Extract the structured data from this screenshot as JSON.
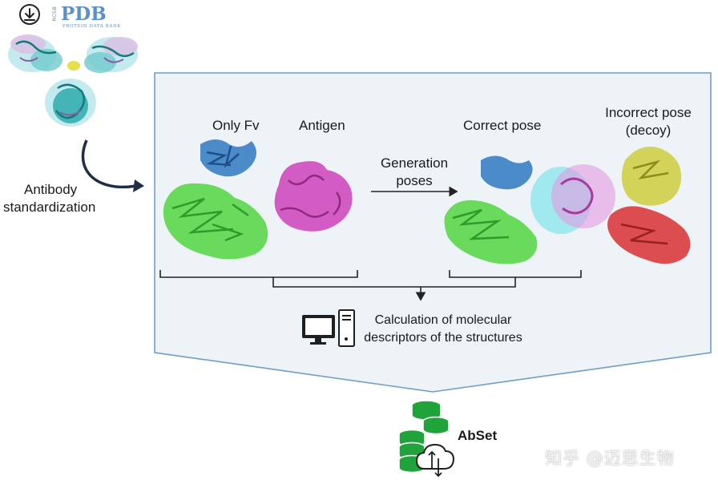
{
  "pdb_logo": {
    "word": "PDB",
    "side_text": "RCSB",
    "subtitle": "PROTEIN DATA BANK"
  },
  "labels": {
    "antibody_standardization": [
      "Antibody",
      "standardization"
    ],
    "only_fv": "Only Fv",
    "antigen": "Antigen",
    "generation_poses": [
      "Generation",
      "poses"
    ],
    "correct_pose": "Correct pose",
    "incorrect_pose": [
      "Incorrect pose",
      "(decoy)"
    ],
    "calculation": [
      "Calculation of molecular",
      "descriptors of the structures"
    ],
    "abset": "AbSet"
  },
  "watermark": "知乎 @迈思生物",
  "colors": {
    "panel_fill": "#eef3f8",
    "panel_stroke": "#6f9ec8",
    "fv_heavy": "#3a7fc4",
    "fv_light": "#5ed84e",
    "antigen": "#d04fbf",
    "decoy_yellow": "#cfd04a",
    "decoy_red": "#d83b3b",
    "surface_cyan": "#5fe0e8",
    "database_green": "#21a33c",
    "teal": "#1aa3a3"
  },
  "icons": [
    "download-icon",
    "antibody-structure-icon",
    "computer-icon",
    "database-icon",
    "cloud-sync-icon"
  ]
}
